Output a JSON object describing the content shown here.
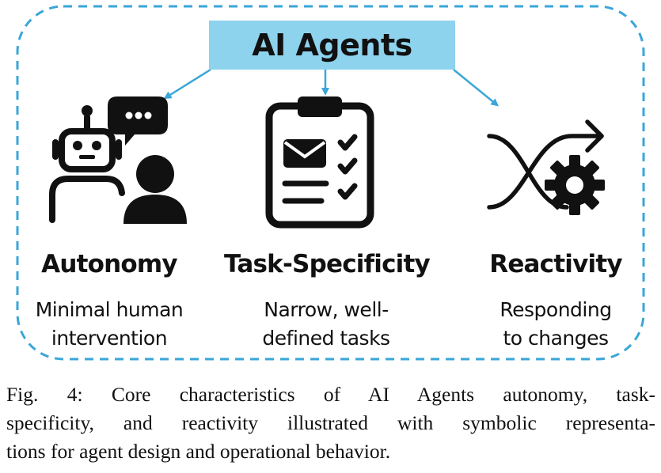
{
  "title": "AI Agents",
  "columns": [
    {
      "heading": "Autonomy",
      "desc_line1": "Minimal human",
      "desc_line2": "intervention",
      "icon": "robot-human-chat-icon"
    },
    {
      "heading": "Task-Specificity",
      "desc_line1": "Narrow, well-",
      "desc_line2": "defined tasks",
      "icon": "clipboard-checklist-icon"
    },
    {
      "heading": "Reactivity",
      "desc_line1": "Responding",
      "desc_line2": "to changes",
      "icon": "shuffle-gear-icon"
    }
  ],
  "caption": {
    "line1": "Fig. 4: Core characteristics of AI Agents autonomy, task-",
    "line2": "specificity, and reactivity illustrated with symbolic representa-",
    "line3": "tions for agent design and operational behavior."
  },
  "colors": {
    "title_fill": "#8ed3ee",
    "border": "#3aa6d8",
    "arrow": "#3aa6d8",
    "icon": "#111111"
  }
}
